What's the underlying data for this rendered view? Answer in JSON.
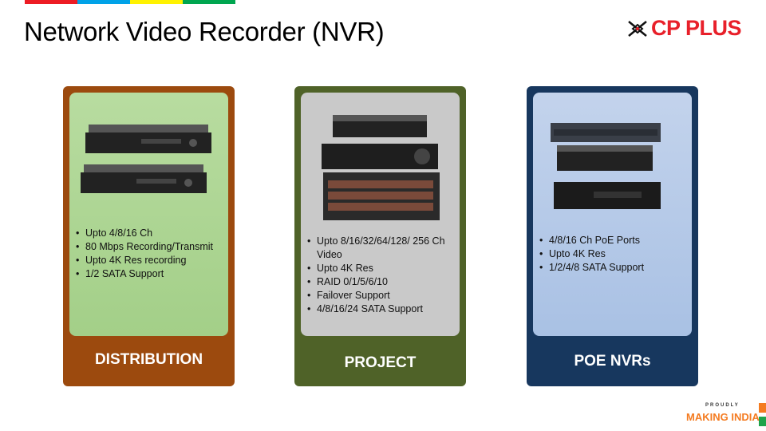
{
  "title": "Network Video Recorder (NVR)",
  "logo": {
    "text": "CP PLUS",
    "color": "#e8202a"
  },
  "stripe_colors": [
    "#ed1c24",
    "#00a2e8",
    "#fff200",
    "#00a650"
  ],
  "cards": [
    {
      "label": "DISTRIBUTION",
      "color": "#9c4a0e",
      "panel": "#a9d18e",
      "items": [
        "Upto 4/8/16 Ch",
        "80 Mbps Recording/Transmit",
        "Upto 4K Res recording",
        "1/2 SATA Support"
      ]
    },
    {
      "label": "PROJECT",
      "color": "#4f6228",
      "panel": "#c9c9c9",
      "items": [
        "Upto 8/16/32/64/128/ 256 Ch Video",
        "Upto 4K Res",
        "RAID 0/1/5/6/10",
        "Failover Support",
        "4/8/16/24 SATA Support"
      ]
    },
    {
      "label": "POE NVRs",
      "color": "#17375e",
      "panel": "#b4c7e7",
      "items": [
        "4/8/16 Ch PoE Ports",
        "Upto 4K Res",
        "1/2/4/8 SATA Support"
      ]
    }
  ],
  "footer": {
    "proudly": "PROUDLY",
    "brand": "MAKING INDIA"
  }
}
